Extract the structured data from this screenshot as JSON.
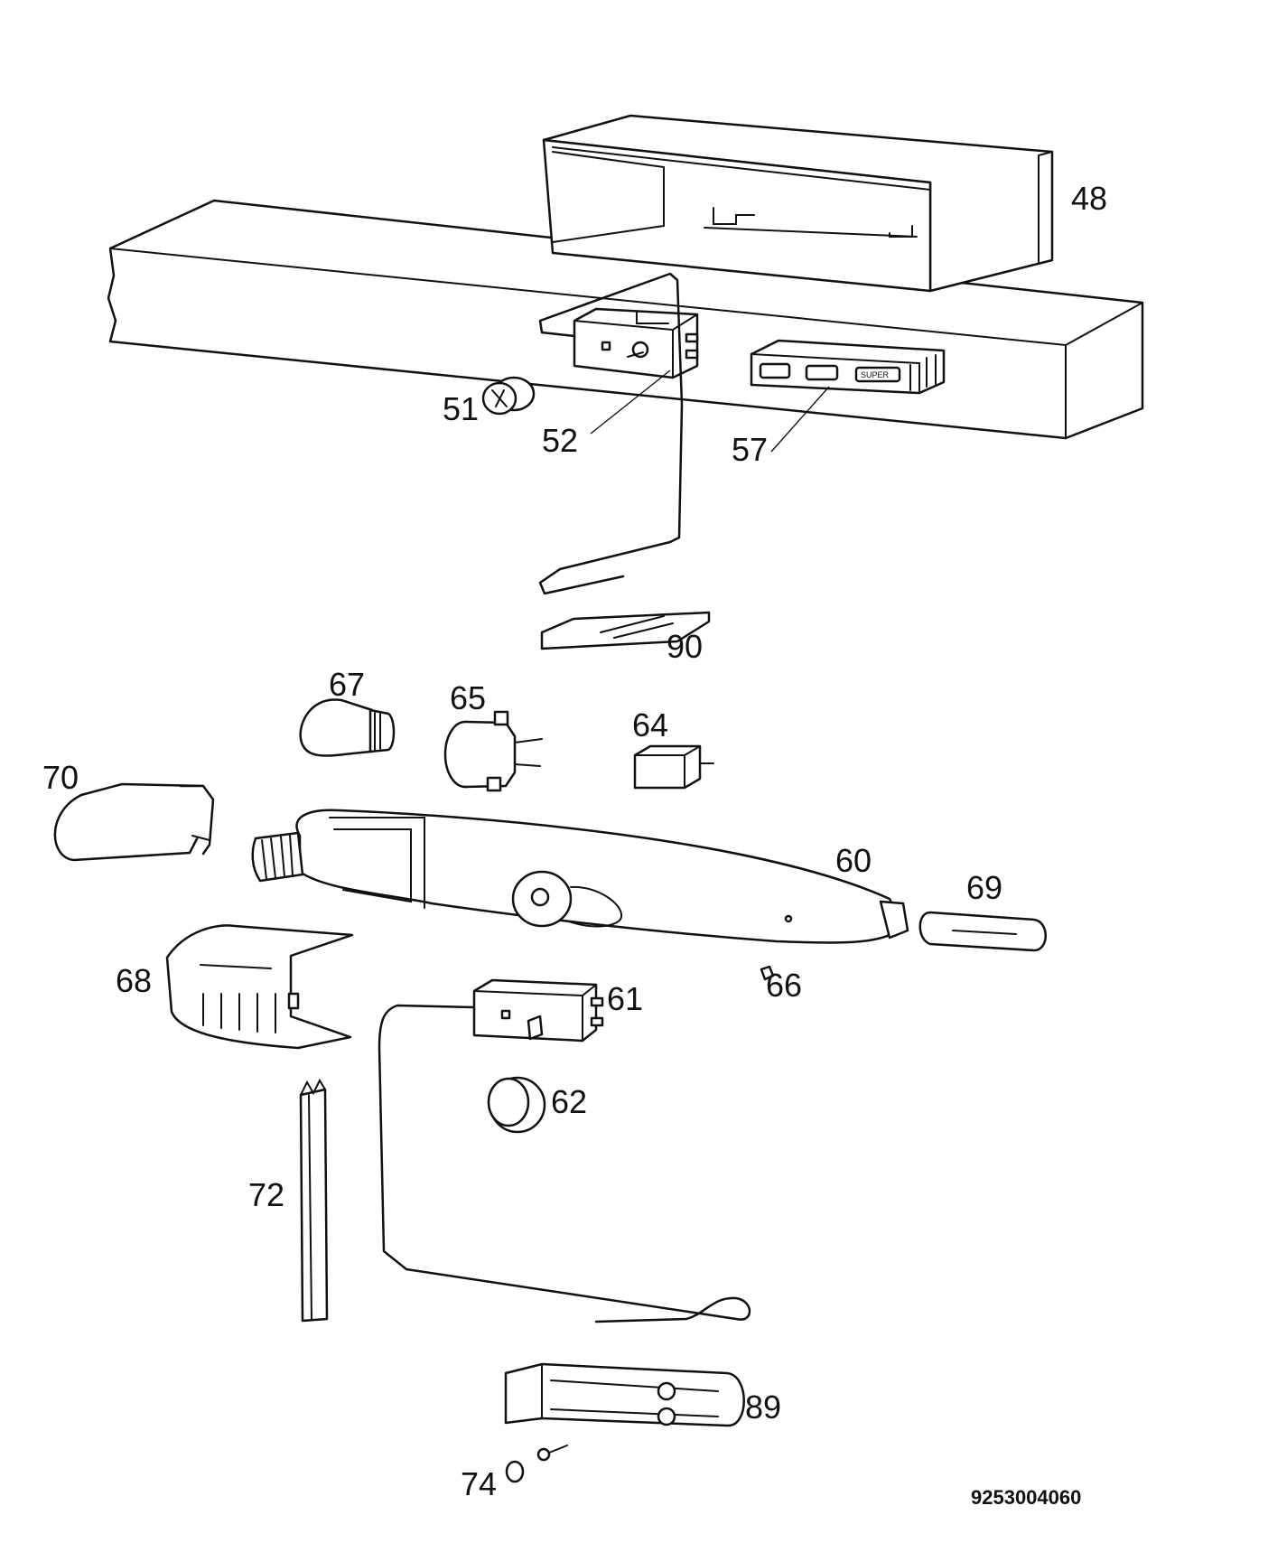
{
  "part_labels": {
    "p48": "48",
    "p51": "51",
    "p52": "52",
    "p57": "57",
    "p90": "90",
    "p67": "67",
    "p65": "65",
    "p64": "64",
    "p70": "70",
    "p60": "60",
    "p69": "69",
    "p68": "68",
    "p66": "66",
    "p61": "61",
    "p62": "62",
    "p72": "72",
    "p89": "89",
    "p74": "74"
  },
  "panel_button_text": "SUPER",
  "drawing_number": "9253004060"
}
